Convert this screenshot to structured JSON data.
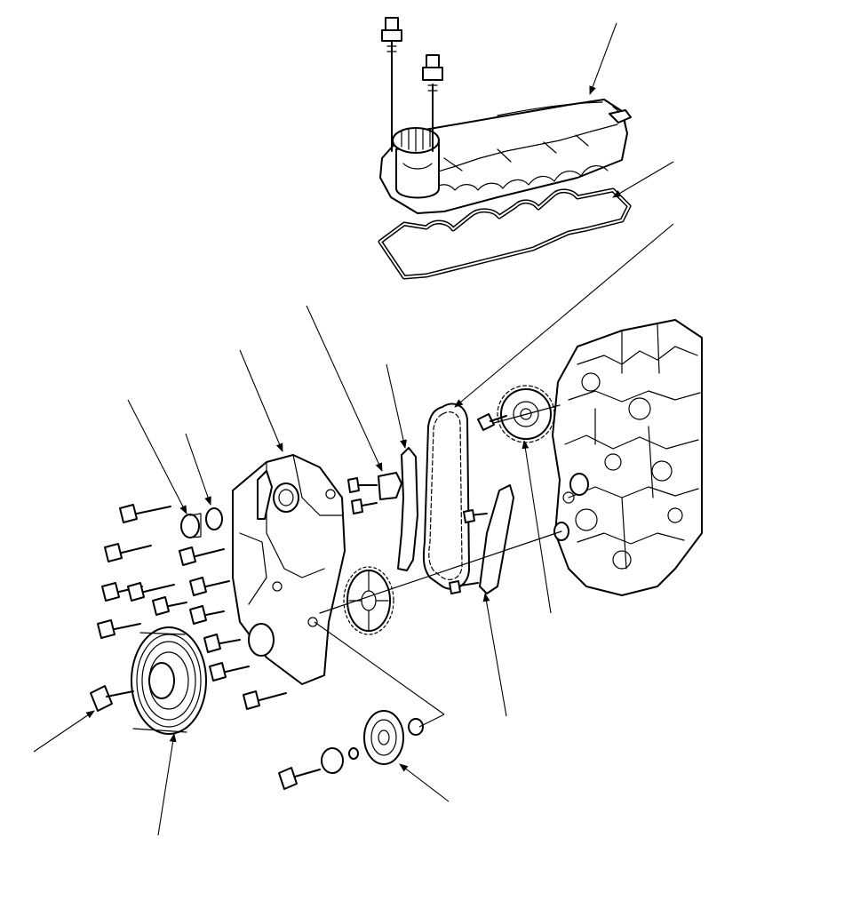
{
  "diagram": {
    "kind": "exploded-view",
    "components": [
      "cylinder-head-cover",
      "cover-gasket",
      "timing-chain",
      "chain-tensioner",
      "chain-guide-upper",
      "tensioner-arm",
      "chain-guide-lower",
      "camshaft-sprocket",
      "crankshaft-sprocket",
      "chain-case",
      "oil-seal",
      "sealing-cap",
      "o-ring",
      "crankshaft-pulley",
      "pulley-bolt",
      "idler-pulley",
      "engine-block"
    ],
    "callout_count": 14
  }
}
